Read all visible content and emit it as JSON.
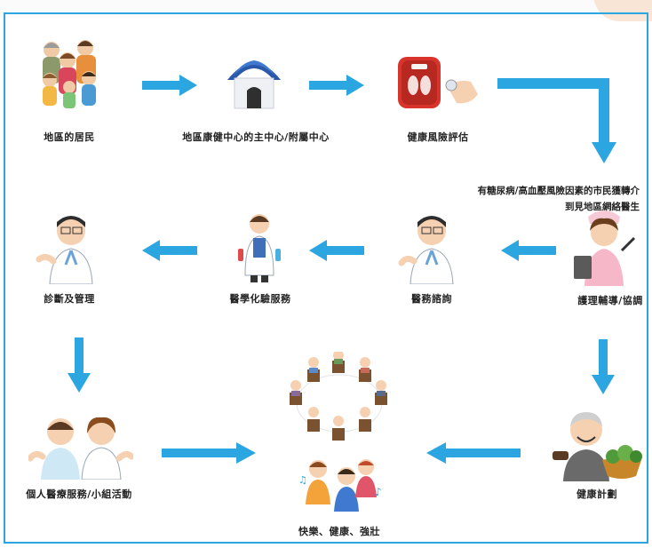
{
  "colors": {
    "arrow": "#2ba6e1",
    "frame": "#2ba6e1",
    "doctor_coat": "#ffffff",
    "skin": "#f6d1b1"
  },
  "nodes": {
    "residents": "地區的居民",
    "health_center": "地區康健中心的主中心/附屬中心",
    "risk_assessment": "健康風險評估",
    "nurse": "護理輔導/協調",
    "doctor_consult": "醫務諮詢",
    "lab_services": "醫學化驗服務",
    "diagnosis": "診斷及管理",
    "individual_services": "個人醫療服務/小組活動",
    "outcome": "快樂、健康、強壯",
    "health_plan": "健康計劃"
  },
  "referral_note": {
    "line1": "有糖尿病/高血壓風險因素的市民獲轉介",
    "line2": "到見地區網絡醫生"
  },
  "icons": [
    "family-icon",
    "house-icon",
    "scale-icon",
    "nurse-icon",
    "doctor-icon",
    "lab-doctor-icon",
    "doctor-icon",
    "patients-icon",
    "group-circle-icon",
    "elderly-vegetables-icon"
  ]
}
